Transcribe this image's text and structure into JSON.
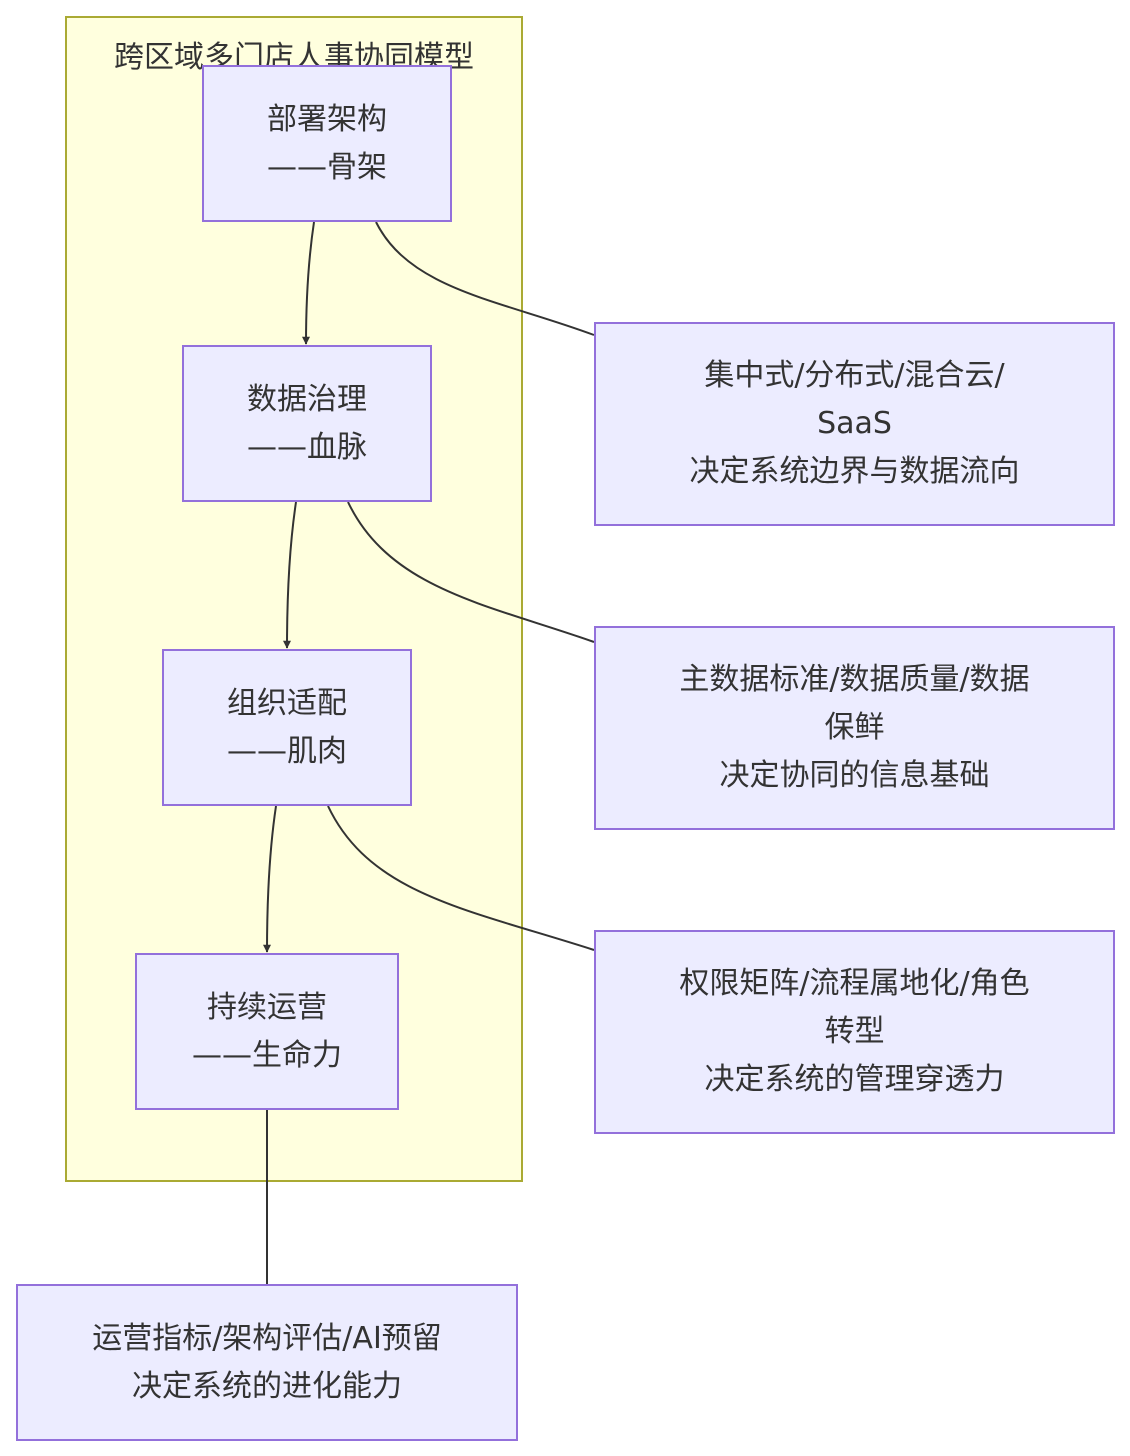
{
  "cluster": {
    "title": "跨区域多门店人事协同模型"
  },
  "nodes": {
    "deploy": {
      "line1": "部署架构",
      "line2": "——骨架"
    },
    "data": {
      "line1": "数据治理",
      "line2": "——血脉"
    },
    "org": {
      "line1": "组织适配",
      "line2": "——肌肉"
    },
    "ops": {
      "line1": "持续运营",
      "line2": "——生命力"
    }
  },
  "notes": {
    "deploy": {
      "line1": "集中式/分布式/混合云/",
      "line2": "SaaS",
      "line3": "决定系统边界与数据流向"
    },
    "data": {
      "line1": "主数据标准/数据质量/数据",
      "line2": "保鲜",
      "line3": "决定协同的信息基础"
    },
    "org": {
      "line1": "权限矩阵/流程属地化/角色",
      "line2": "转型",
      "line3": "决定系统的管理穿透力"
    },
    "ops": {
      "line1": "运营指标/架构评估/AI预留",
      "line2": "决定系统的进化能力"
    }
  },
  "colors": {
    "cluster_fill": "#ffffde",
    "cluster_border": "#aaaa33",
    "node_fill": "#ececff",
    "node_border": "#9370db",
    "edge": "#333333"
  }
}
